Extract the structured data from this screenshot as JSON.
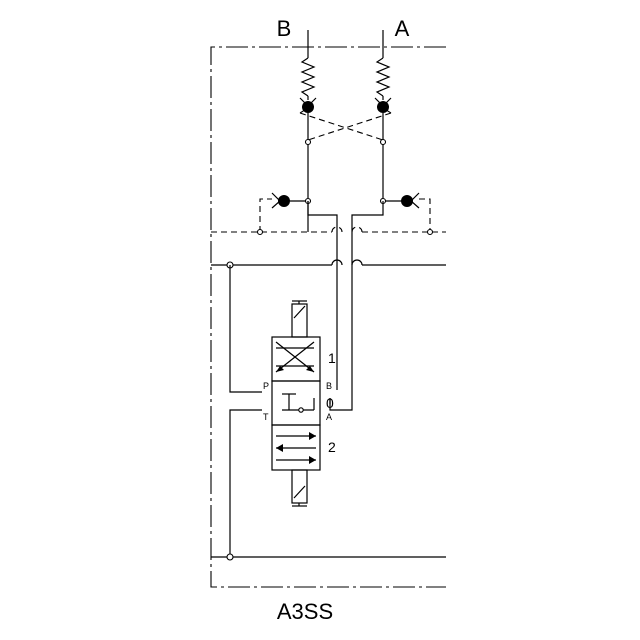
{
  "ports": {
    "b": "B",
    "a": "A"
  },
  "valve": {
    "pos1": "1",
    "pos0": "0",
    "pos2": "2",
    "p": "P",
    "t": "T",
    "b": "B",
    "a": "A"
  },
  "caption": "A3SS"
}
